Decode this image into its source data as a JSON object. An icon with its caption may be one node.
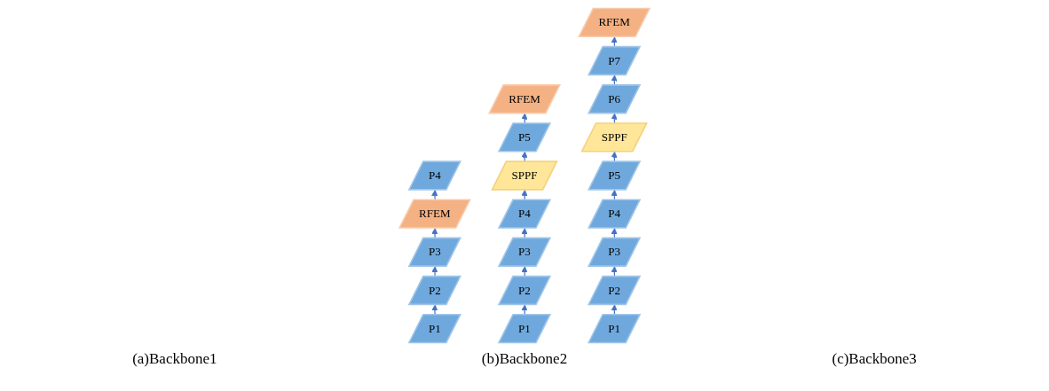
{
  "diagram": {
    "nodes": [
      {
        "text": [
          "P4"
        ]
      },
      {
        "text": [
          "RFEM"
        ]
      },
      {
        "text": [
          "P3"
        ]
      },
      {
        "text": [
          "P2"
        ]
      },
      {
        "text": [
          "P1"
        ]
      },
      {
        "text": [
          "P4"
        ]
      },
      {
        "text": [
          "SPPF"
        ]
      },
      {
        "text": [
          "P3"
        ]
      },
      {
        "text": [
          "P5"
        ]
      },
      {
        "text": [
          "P2"
        ]
      },
      {
        "text": [
          "RFEM"
        ]
      },
      {
        "text": [
          "P1"
        ]
      },
      {
        "text": [
          "P4"
        ]
      },
      {
        "text": [
          "P5"
        ]
      },
      {
        "text": [
          "P3"
        ]
      },
      {
        "text": [
          "SPPF"
        ]
      },
      {
        "text": [
          "P2"
        ]
      },
      {
        "text": [
          "P6"
        ]
      },
      {
        "text": [
          "P7"
        ]
      },
      {
        "text": [
          "RFEM"
        ]
      },
      {
        "text": [
          "P1"
        ]
      }
    ],
    "edges": [
      {
        "from": 4,
        "to": 3,
        "arrow": "to"
      },
      {
        "from": 3,
        "to": 2,
        "arrow": "to"
      },
      {
        "from": 2,
        "to": 1,
        "arrow": "to"
      },
      {
        "from": 1,
        "to": 0,
        "arrow": "to"
      },
      {
        "from": 11,
        "to": 9,
        "arrow": "to"
      },
      {
        "from": 9,
        "to": 7,
        "arrow": "to"
      },
      {
        "from": 7,
        "to": 5,
        "arrow": "to"
      },
      {
        "from": 5,
        "to": 6,
        "arrow": "to"
      },
      {
        "from": 6,
        "to": 8,
        "arrow": "to"
      },
      {
        "from": 8,
        "to": 10,
        "arrow": "to"
      },
      {
        "from": 20,
        "to": 16,
        "arrow": "to"
      },
      {
        "from": 16,
        "to": 14,
        "arrow": "to"
      },
      {
        "from": 14,
        "to": 12,
        "arrow": "to"
      },
      {
        "from": 12,
        "to": 13,
        "arrow": "to"
      },
      {
        "from": 13,
        "to": 15,
        "arrow": "to"
      },
      {
        "from": 15,
        "to": 17,
        "arrow": "to"
      },
      {
        "from": 17,
        "to": 18,
        "arrow": "to"
      },
      {
        "from": 18,
        "to": 19,
        "arrow": "to"
      }
    ],
    "labels": [
      "(a)Backbone1",
      "(b)Backbone2",
      "(c)Backbone3"
    ]
  }
}
